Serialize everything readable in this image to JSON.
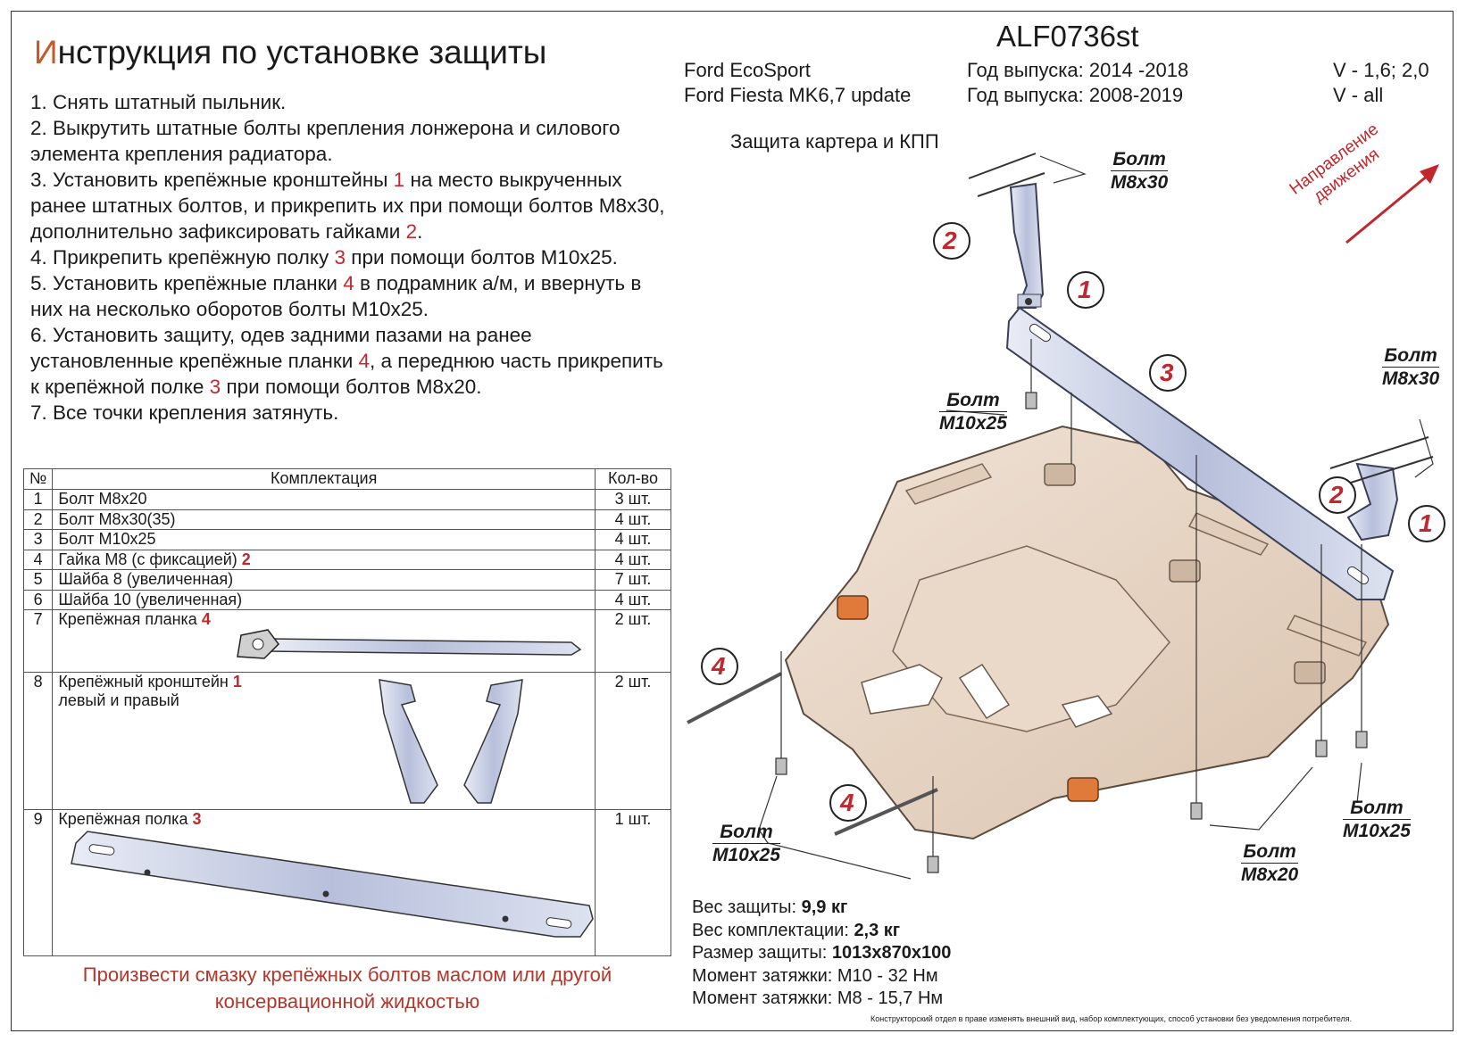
{
  "title": {
    "first_letter": "И",
    "rest": "нструкция по установке защиты"
  },
  "steps": [
    {
      "text": "1. Снять штатный пыльник."
    },
    {
      "text": "2. Выкрутить штатные болты крепления лонжерона и силового элемента крепления радиатора."
    },
    {
      "pre": "3. Установить крепёжные кронштейны ",
      "num": "1",
      "post": " на место выкрученных ранее штатных болтов, и прикрепить их при помощи болтов М8х30, дополнительно зафиксировать гайками ",
      "num2": "2",
      "post2": "."
    },
    {
      "pre": "4. Прикрепить крепёжную полку ",
      "num": "3",
      "post": " при помощи болтов М10х25."
    },
    {
      "pre": "5. Установить крепёжные планки ",
      "num": "4",
      "post": " в подрамник а/м, и ввернуть в них на несколько оборотов болты М10х25."
    },
    {
      "pre": "6. Установить защиту, одев задними пазами на ранее установленные крепёжные планки ",
      "num": "4",
      "post": ", а переднюю часть прикрепить к крепёжной полке ",
      "num2": "3",
      "post2": " при помощи болтов М8х20."
    },
    {
      "text": "7. Все точки крепления затянуть."
    }
  ],
  "header": {
    "code": "ALF0736st",
    "model1": "Ford EcoSport",
    "model2": "Ford Fiesta MK6,7 update",
    "year1": "Год выпуска: 2014 -2018",
    "year2": "Год выпуска: 2008-2019",
    "engine1": "V - 1,6; 2,0",
    "engine2": "V - all",
    "product": "Защита картера и КПП"
  },
  "table": {
    "headers": [
      "№",
      "Комплектация",
      "Кол-во"
    ],
    "rows": [
      {
        "n": "1",
        "name": "Болт М8х20",
        "q": "3 шт."
      },
      {
        "n": "2",
        "name": "Болт М8х30(35)",
        "q": "4 шт."
      },
      {
        "n": "3",
        "name": "Болт М10х25",
        "q": "4 шт."
      },
      {
        "n": "4",
        "name": "Гайка М8 (с фиксацией)",
        "tag": "2",
        "q": "4 шт."
      },
      {
        "n": "5",
        "name": "Шайба 8 (увеличенная)",
        "q": "7 шт."
      },
      {
        "n": "6",
        "name": "Шайба 10 (увеличенная)",
        "q": "4 шт."
      },
      {
        "n": "7",
        "name": "Крепёжная планка",
        "tag": "4",
        "q": "2 шт."
      },
      {
        "n": "8",
        "name": "Крепёжный кронштейн",
        "tag": "1",
        "name2": "левый и правый",
        "q": "2 шт."
      },
      {
        "n": "9",
        "name": "Крепёжная полка",
        "tag": "3",
        "q": "1 шт."
      }
    ]
  },
  "lube_note": "Произвести смазку крепёжных болтов маслом или другой консервационной жидкостью",
  "specs": [
    {
      "label": "Вес защиты: ",
      "value": "9,9 кг"
    },
    {
      "label": "Вес комплектации: ",
      "value": "2,3 кг"
    },
    {
      "label": "Размер защиты: ",
      "value": "1013х870х100"
    },
    {
      "label": "Момент затяжки: М10 - 32 Нм",
      "value": ""
    },
    {
      "label": "Момент затяжки: М8 - 15,7 Нм",
      "value": ""
    }
  ],
  "disclaimer": "Конструкторский отдел в праве изменять внешний вид, набор комплектующих, способ установки без уведомления потребителя.",
  "direction": {
    "line1": "Направление",
    "line2": "движения"
  },
  "labels": {
    "bolt": "Болт",
    "m8x30": "М8х30",
    "m10x25": "М10х25",
    "m8x20": "М8х20",
    "c1": "1",
    "c2": "2",
    "c3": "3",
    "c4": "4"
  },
  "colors": {
    "accent": "#c0282d",
    "plate": "#e8d6c6",
    "bracket": "#c9cfe3"
  }
}
